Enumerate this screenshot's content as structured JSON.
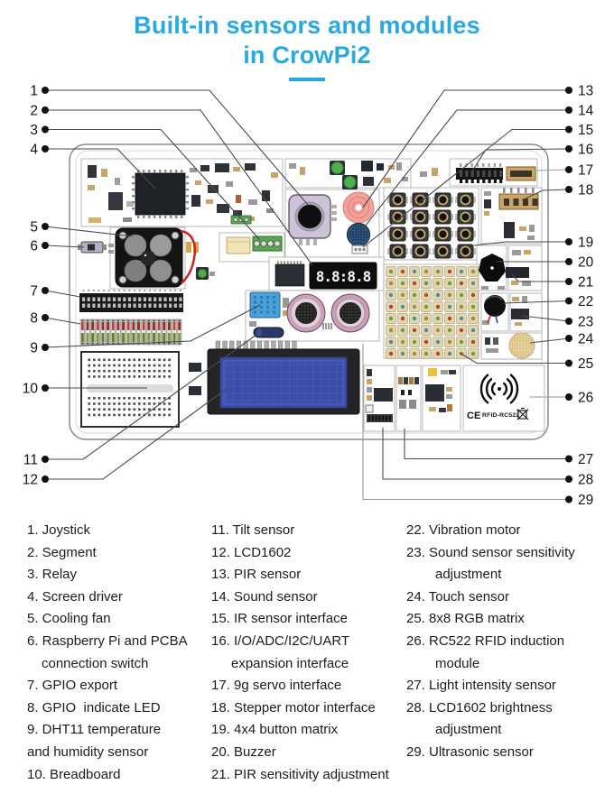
{
  "title": {
    "line1": "Built-in sensors and modules",
    "line2": "in CrowPi2",
    "accent_color": "#29a9e1"
  },
  "board": {
    "segment_display": "8.8:8.8",
    "ce_mark": "CE",
    "rfid_label": "RFID-RC522"
  },
  "callouts": {
    "left": [
      "1",
      "2",
      "3",
      "4",
      "5",
      "6",
      "7",
      "8",
      "9",
      "10",
      "11",
      "12"
    ],
    "right": [
      "13",
      "14",
      "15",
      "16",
      "17",
      "18",
      "19",
      "20",
      "21",
      "22",
      "23",
      "24",
      "25",
      "26",
      "27",
      "28",
      "29"
    ]
  },
  "legend": {
    "columns": [
      {
        "items": [
          {
            "text": "1. Joystick",
            "indent": false
          },
          {
            "text": "2. Segment",
            "indent": false
          },
          {
            "text": "3. Relay",
            "indent": false
          },
          {
            "text": "4. Screen driver",
            "indent": false
          },
          {
            "text": "5. Cooling fan",
            "indent": false
          },
          {
            "text": "6. Raspberry Pi and PCBA",
            "indent": false
          },
          {
            "text": "connection switch",
            "indent": true
          },
          {
            "text": "7. GPIO export",
            "indent": false
          },
          {
            "text": "8. GPIO  indicate LED",
            "indent": false
          },
          {
            "text": "9. DHT11 temperature",
            "indent": false
          },
          {
            "text": "and humidity sensor",
            "indent": false
          },
          {
            "text": "10. Breadboard",
            "indent": false
          }
        ]
      },
      {
        "items": [
          {
            "text": "11. Tilt sensor",
            "indent": false
          },
          {
            "text": "12. LCD1602",
            "indent": false
          },
          {
            "text": "13. PIR sensor",
            "indent": false
          },
          {
            "text": "14. Sound sensor",
            "indent": false
          },
          {
            "text": "15. IR sensor interface",
            "indent": false
          },
          {
            "text": "16. I/O/ADC/I2C/UART",
            "indent": false
          },
          {
            "text": "expansion interface",
            "indent": true
          },
          {
            "text": "17. 9g servo interface",
            "indent": false
          },
          {
            "text": "18. Stepper motor interface",
            "indent": false
          },
          {
            "text": "19. 4x4 button matrix",
            "indent": false
          },
          {
            "text": "20. Buzzer",
            "indent": false
          },
          {
            "text": "21. PIR sensitivity adjustment",
            "indent": false
          }
        ]
      },
      {
        "items": [
          {
            "text": "22. Vibration motor",
            "indent": false
          },
          {
            "text": "23. Sound sensor sensitivity",
            "indent": false
          },
          {
            "text": "adjustment",
            "indent": true
          },
          {
            "text": "24. Touch sensor",
            "indent": false
          },
          {
            "text": "25. 8x8 RGB matrix",
            "indent": false
          },
          {
            "text": "26. RC522 RFID induction",
            "indent": false
          },
          {
            "text": "module",
            "indent": true
          },
          {
            "text": "27. Light intensity sensor",
            "indent": false
          },
          {
            "text": "28. LCD1602 brightness",
            "indent": false
          },
          {
            "text": "adjustment",
            "indent": true
          },
          {
            "text": "29. Ultrasonic sensor",
            "indent": false
          }
        ]
      }
    ]
  }
}
